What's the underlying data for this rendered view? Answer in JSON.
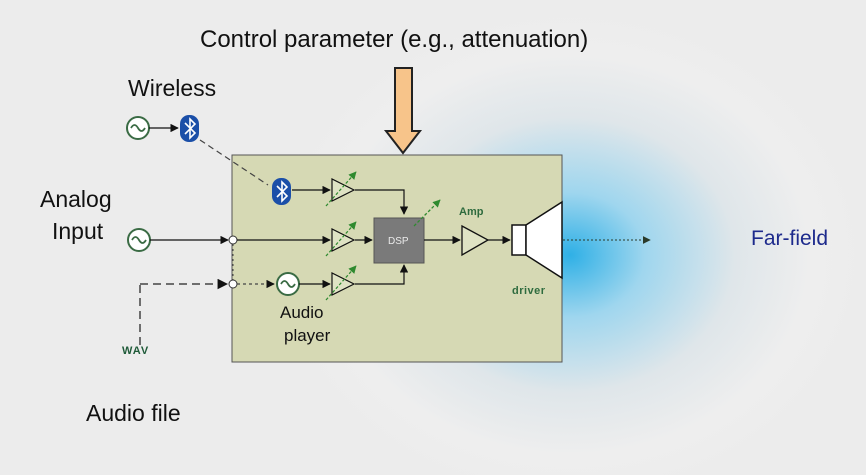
{
  "labels": {
    "control_parameter": "Control parameter (e.g., attenuation)",
    "wireless": "Wireless",
    "analog_line1": "Analog",
    "analog_line2": "Input",
    "far_field": "Far-field",
    "audio_file": "Audio file",
    "audio_player_line1": "Audio",
    "audio_player_line2": "player",
    "wav": "WAV",
    "amp": "Amp",
    "driver": "driver",
    "dsp": "DSP"
  },
  "colors": {
    "system_box": "#d6d9b4",
    "control_arrow": "#f7c48a",
    "bluetooth": "#1b4fa8",
    "signal_source": "#3a6b44",
    "dsp_block": "#7a7a7a",
    "far_field_text": "#1d2a8c",
    "acoustic_field": "#2fb0e6"
  }
}
